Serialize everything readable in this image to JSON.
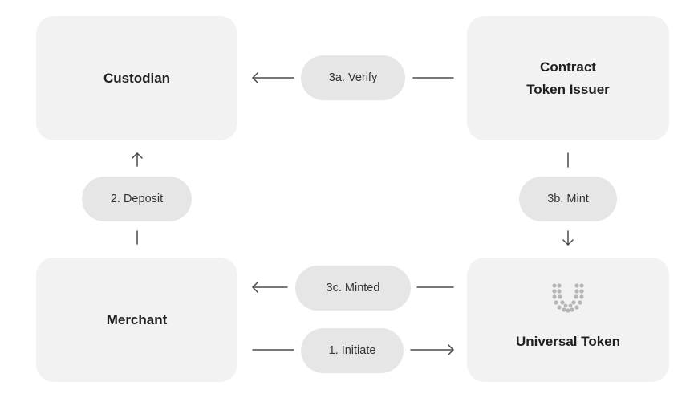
{
  "nodes": {
    "custodian": "Custodian",
    "contract_issuer_line1": "Contract",
    "contract_issuer_line2": "Token Issuer",
    "merchant": "Merchant",
    "universal_token": "Universal Token"
  },
  "steps": {
    "verify": "3a. Verify",
    "deposit": "2. Deposit",
    "mint": "3b. Mint",
    "minted": "3c. Minted",
    "initiate": "1. Initiate"
  },
  "icons": {
    "universal_token_logo": "universal-token-logo-icon"
  },
  "colors": {
    "node_bg": "#f2f2f2",
    "pill_bg": "#e6e6e6",
    "line": "#4a4a4a"
  }
}
